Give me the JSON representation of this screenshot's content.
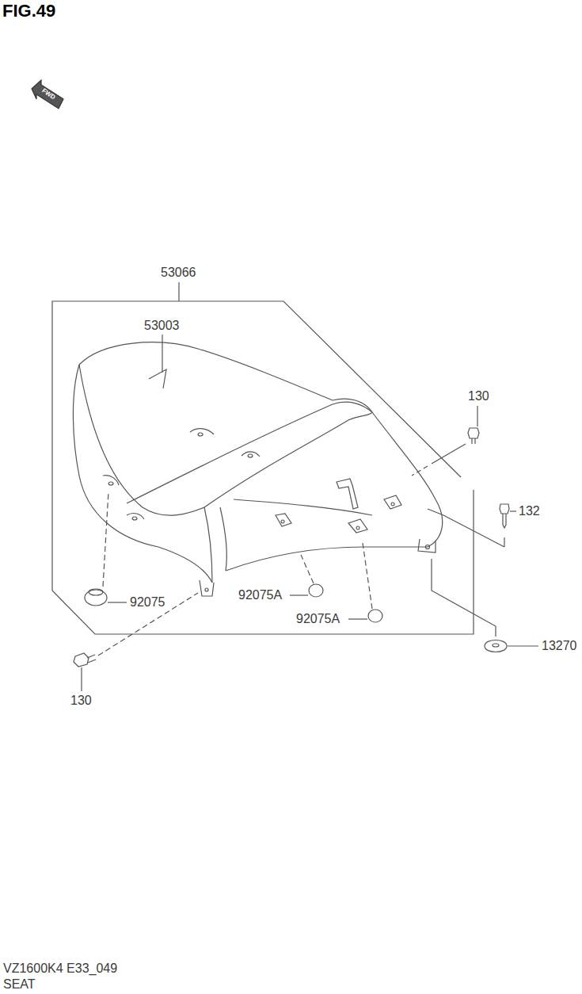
{
  "diagram": {
    "title": "FIG.49",
    "labels": [
      "FWD",
      "53066",
      "53003",
      "130",
      "132",
      "92075",
      "92075A",
      "92075A",
      "13270",
      "130",
      "VZ1600K4 E33_049",
      "SEAT"
    ]
  }
}
